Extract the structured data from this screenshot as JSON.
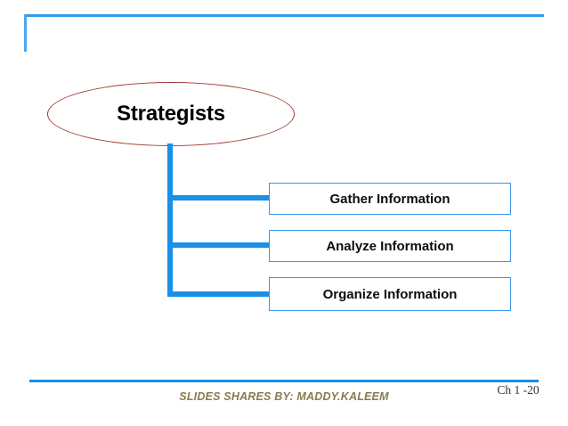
{
  "slide": {
    "title_node": {
      "label": "Strategists",
      "shape": "ellipse",
      "border_color": "#9e3a31"
    },
    "branches": [
      {
        "label": "Gather Information"
      },
      {
        "label": "Analyze Information"
      },
      {
        "label": "Organize Information"
      }
    ],
    "connector_color": "#1a8fe8",
    "box_border_color": "#3d95e8",
    "footer": {
      "credit": "SLIDES SHARES BY: MADDY.KALEEM",
      "slide_number": "Ch 1 -20",
      "credit_color": "#8a7a4e"
    },
    "rules": {
      "top_color": "#2e9bf0",
      "bottom_color": "#1a8fe8"
    }
  },
  "chart_data": {
    "type": "diagram",
    "diagram_kind": "org-tree",
    "title": "Strategists",
    "root": "Strategists",
    "children": [
      "Gather Information",
      "Analyze Information",
      "Organize Information"
    ]
  }
}
